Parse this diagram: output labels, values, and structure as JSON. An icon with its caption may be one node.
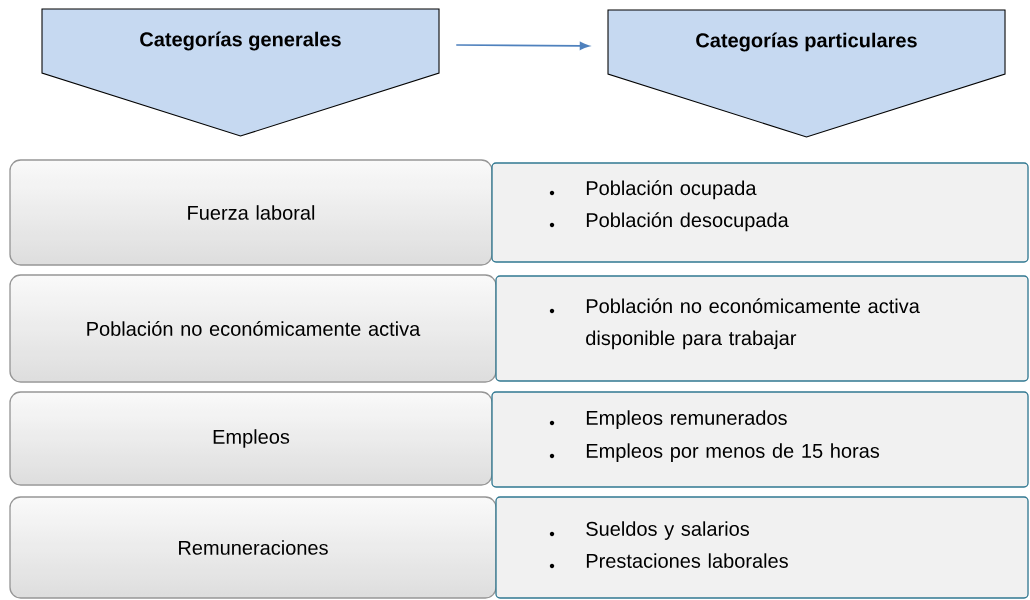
{
  "diagram": {
    "nodes": [
      {
        "text": [
          "Categorías generales"
        ]
      },
      {
        "text": [
          "Categorías particulares"
        ]
      },
      {
        "text": [
          "Fuerza laboral"
        ]
      },
      {
        "text": [
          "Población ocupada",
          "Población desocupada"
        ]
      },
      {
        "text": [
          "Población no económicamente activa"
        ]
      },
      {
        "text": [
          "Población no económicamente activa disponible para trabajar"
        ]
      },
      {
        "text": [
          "Empleos"
        ]
      },
      {
        "text": [
          "Empleos remunerados",
          "Empleos por menos de 15 horas"
        ]
      },
      {
        "text": [
          "Remuneraciones"
        ]
      },
      {
        "text": [
          "Sueldos y salarios",
          "Prestaciones laborales"
        ]
      }
    ],
    "edges": [
      {
        "from": 0,
        "to": 1,
        "arrow": "to"
      }
    ]
  }
}
